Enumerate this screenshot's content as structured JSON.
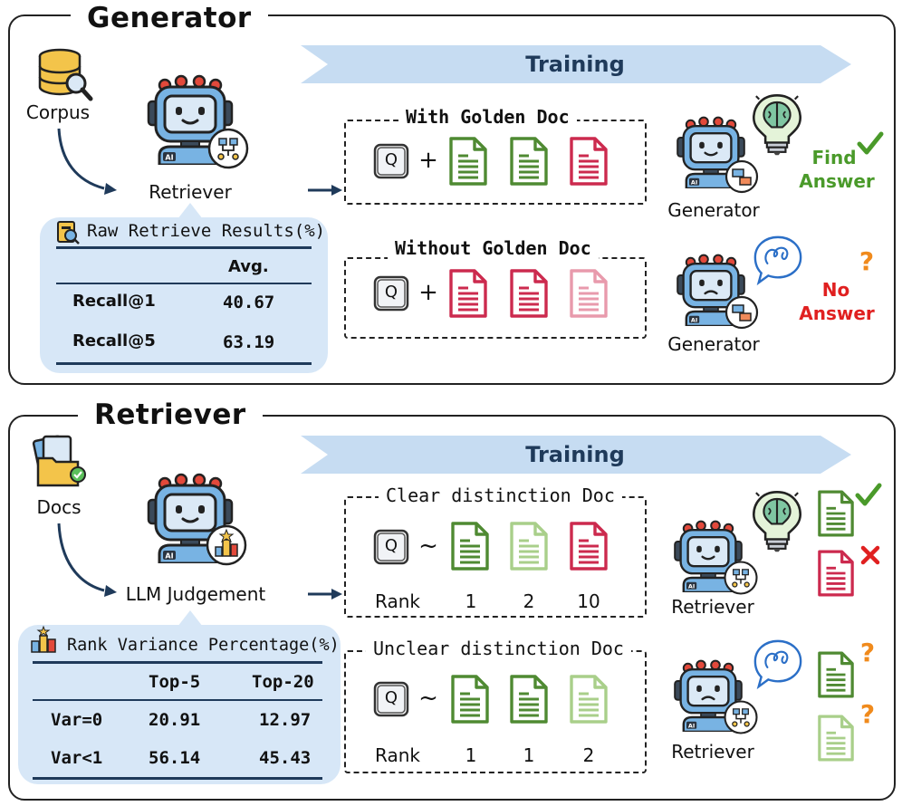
{
  "generator_panel": {
    "title": "Generator",
    "banner": "Training",
    "corpus_label": "Corpus",
    "retriever_label": "Retriever",
    "table": {
      "title": "Raw Retrieve Results(%)",
      "header": "Avg.",
      "rows": [
        {
          "metric": "Recall@1",
          "value": "40.67"
        },
        {
          "metric": "Recall@5",
          "value": "63.19"
        }
      ]
    },
    "with_box": {
      "title": "With Golden Doc",
      "query": "Q",
      "op": "+"
    },
    "without_box": {
      "title": "Without Golden Doc",
      "query": "Q",
      "op": "+"
    },
    "generator_label_1": "Generator",
    "generator_label_2": "Generator",
    "find_answer_1": "Find",
    "find_answer_2": "Answer",
    "no_answer_1": "No",
    "no_answer_2": "Answer"
  },
  "retriever_panel": {
    "title": "Retriever",
    "banner": "Training",
    "docs_label": "Docs",
    "judge_label": "LLM Judgement",
    "table": {
      "title": "Rank Variance Percentage(%)",
      "headers": [
        "Top-5",
        "Top-20"
      ],
      "rows": [
        {
          "metric": "Var=0",
          "top5": "20.91",
          "top20": "12.97"
        },
        {
          "metric": "Var<1",
          "top5": "56.14",
          "top20": "45.43"
        }
      ]
    },
    "clear_box": {
      "title": "Clear distinction Doc",
      "query": "Q",
      "op": "~",
      "rank_label": "Rank",
      "ranks": [
        "1",
        "2",
        "10"
      ]
    },
    "unclear_box": {
      "title": "Unclear distinction Doc",
      "query": "Q",
      "op": "~",
      "rank_label": "Rank",
      "ranks": [
        "1",
        "1",
        "2"
      ]
    },
    "retriever_label_1": "Retriever",
    "retriever_label_2": "Retriever"
  },
  "colors": {
    "banner": "#c6dcf2",
    "bubble": "#d7e7f7",
    "doc_green": "#4f8a32",
    "doc_light_green": "#a9cf8a",
    "doc_red": "#cc2a4e",
    "doc_pink": "#e89aac",
    "answer_green": "#4a9a2a",
    "no_answer_red": "#e02020",
    "question_orange": "#f08a1c",
    "arrow": "#1f3a5a"
  }
}
